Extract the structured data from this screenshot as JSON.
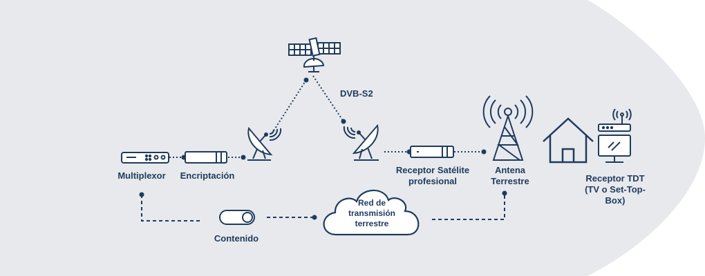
{
  "colors": {
    "background": "#e7e9ed",
    "ink": "#1f3a5c",
    "white": "#ffffff"
  },
  "labels": {
    "multiplexor": "Multiplexor",
    "encriptacion": "Encriptación",
    "dvbs2": "DVB-S2",
    "receptor_satelite": "Receptor Satélite profesional",
    "antena_terrestre": "Antena Terrestre",
    "receptor_tdt": "Receptor TDT (TV o Set-Top-Box)",
    "red": "Red de transmisión terrestre",
    "contenido": "Contenido"
  },
  "icons": [
    "multiplexor-device-icon",
    "encryption-device-icon",
    "uplink-dish-icon",
    "satellite-icon",
    "downlink-dish-icon",
    "satellite-receiver-icon",
    "terrestrial-tower-icon",
    "house-icon",
    "router-icon",
    "tv-icon",
    "content-toggle-icon",
    "network-cloud-icon"
  ]
}
